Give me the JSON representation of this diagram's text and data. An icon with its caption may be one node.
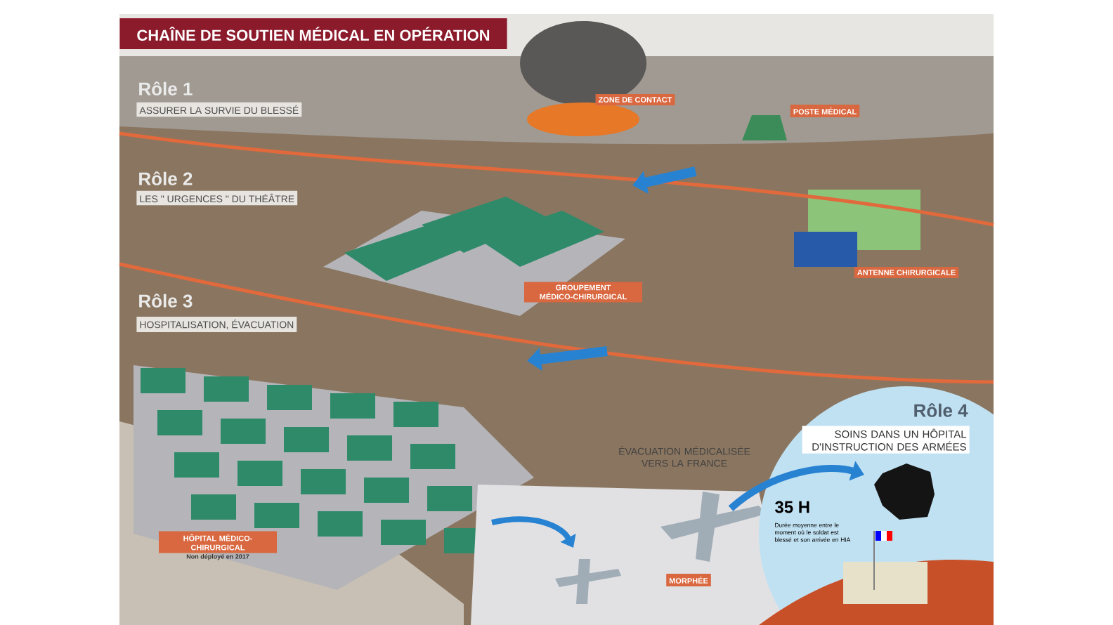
{
  "diagram": {
    "title": "CHAÎNE DE SOUTIEN MÉDICAL EN OPÉRATION",
    "nodes": [
      {
        "text": [
          "ZONE DE CONTACT"
        ]
      },
      {
        "text": [
          "POSTE MÉDICAL"
        ]
      },
      {
        "text": [
          "ANTENNE CHIRURGICALE"
        ]
      },
      {
        "text": [
          "GROUPEMENT MÉDICO-CHIRURGICAL"
        ]
      },
      {
        "text": [
          "HÔPITAL MÉDICO-CHIRURGICAL"
        ],
        "beside": [
          "Non déployé en 2017"
        ]
      },
      {
        "text": [
          "MORPHÉE"
        ]
      }
    ],
    "labels": [
      "Rôle 1",
      "ASSURER LA SURVIE DU BLESSÉ",
      "Rôle 2",
      "LES \" URGENCES \" DU THÉÂTRE",
      "Rôle 3",
      "HOSPITALISATION, ÉVACUATION",
      "ÉVACUATION MÉDICALISÉE VERS LA FRANCE",
      "Rôle 4",
      "SOINS DANS UN HÔPITAL D'INSTRUCTION DES ARMÉES",
      "35 H",
      "Durée moyenne entre le moment où le soldat est blessé et son arrivée en HIA"
    ]
  }
}
